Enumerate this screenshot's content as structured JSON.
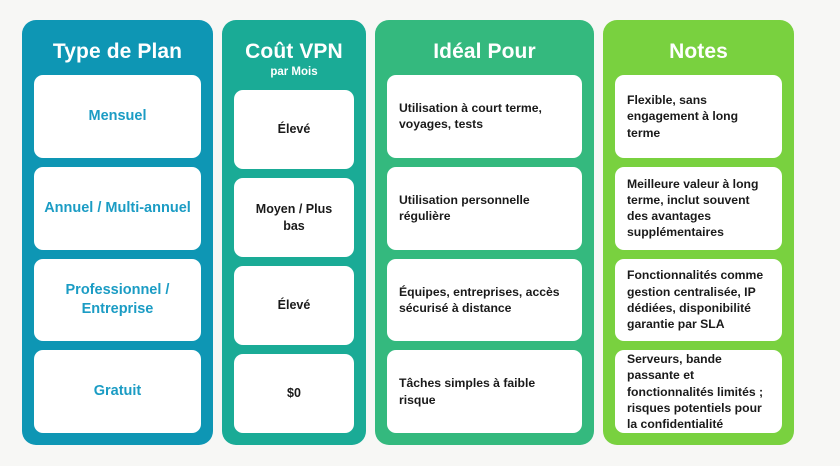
{
  "background_color": "#f7f7f5",
  "columns": [
    {
      "key": "plan",
      "title": "Type de Plan",
      "subtitle": "",
      "header_color": "#0e96b4",
      "text_color": "#1b9cc4",
      "align": "center",
      "cells": [
        "Mensuel",
        "Annuel / Multi-annuel",
        "Professionnel / Entreprise",
        "Gratuit"
      ]
    },
    {
      "key": "cost",
      "title": "Coût VPN",
      "subtitle": "par Mois",
      "header_color": "#1aab96",
      "text_color": "#1a1a1a",
      "align": "center",
      "cells": [
        "Élevé",
        "Moyen / Plus bas",
        "Élevé",
        "$0"
      ]
    },
    {
      "key": "ideal",
      "title": "Idéal Pour",
      "subtitle": "",
      "header_color": "#34b97e",
      "text_color": "#1a1a1a",
      "align": "left",
      "cells": [
        "Utilisation à court terme, voyages, tests",
        "Utilisation personnelle régulière",
        "Équipes, entreprises, accès sécurisé à distance",
        "Tâches simples à faible risque"
      ]
    },
    {
      "key": "notes",
      "title": "Notes",
      "subtitle": "",
      "header_color": "#79d13f",
      "text_color": "#1a1a1a",
      "align": "left",
      "cells": [
        "Flexible, sans engagement à long terme",
        "Meilleure valeur à long terme, inclut souvent des avantages supplémentaires",
        "Fonctionnalités comme gestion centralisée, IP dédiées, disponibilité garantie par SLA",
        "Serveurs, bande passante et fonctionnalités limités ; risques potentiels pour la confidentialité"
      ]
    }
  ]
}
